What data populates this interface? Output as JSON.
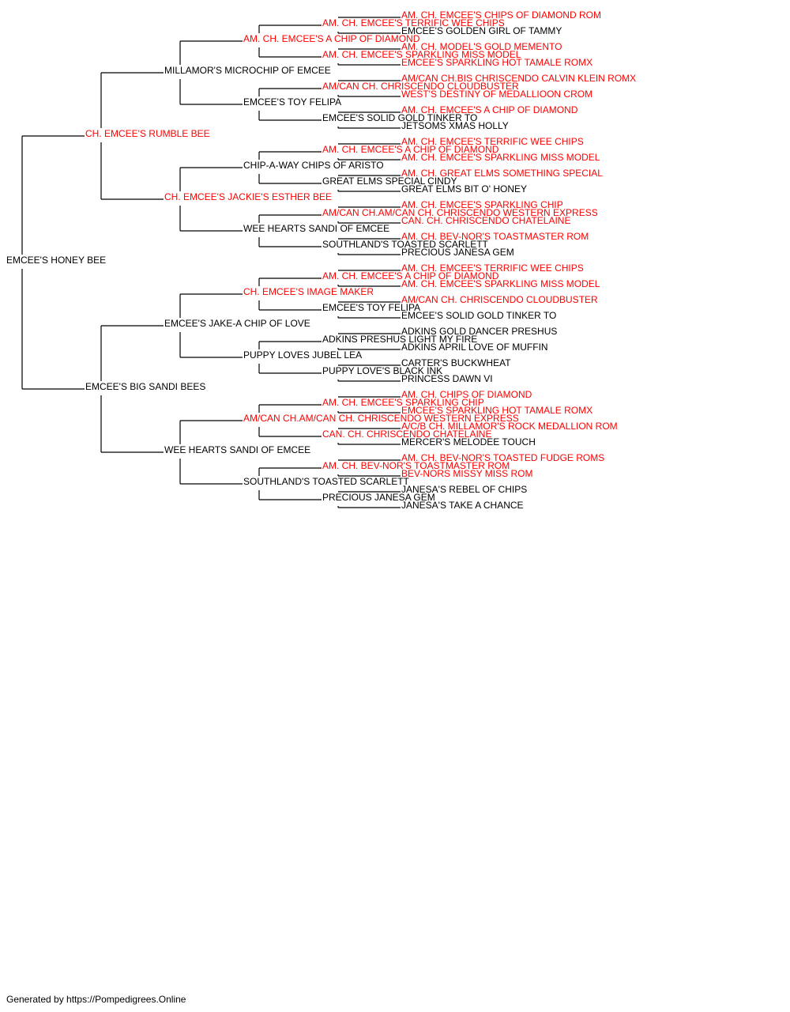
{
  "colors": {
    "champion": "#ff0000",
    "regular": "#000000",
    "line": "#000000"
  },
  "footer": "Generated by https://Pompedigrees.Online",
  "root": {
    "name": "EMCEE'S HONEY BEE",
    "champion": false,
    "sire": {
      "name": "CH. EMCEE'S RUMBLE BEE",
      "champion": true,
      "sire": {
        "name": "MILLAMOR'S MICROCHIP OF EMCEE",
        "champion": false,
        "sire": {
          "name": "AM. CH. EMCEE'S A CHIP OF DIAMOND",
          "champion": true,
          "sire": {
            "name": "AM. CH. EMCEE'S TERRIFIC WEE CHIPS",
            "champion": true,
            "sire": {
              "name": "AM. CH. EMCEE'S CHIPS OF DIAMOND ROM",
              "champion": true
            },
            "dam": {
              "name": "EMCEE'S GOLDEN GIRL OF TAMMY",
              "champion": false
            }
          },
          "dam": {
            "name": "AM. CH. EMCEE'S SPARKLING MISS MODEL",
            "champion": true,
            "sire": {
              "name": "AM. CH. MODEL'S GOLD MEMENTO",
              "champion": true
            },
            "dam": {
              "name": "EMCEE'S SPARKLING HOT TAMALE ROMX",
              "champion": true
            }
          }
        },
        "dam": {
          "name": "EMCEE'S TOY FELIPA",
          "champion": false,
          "sire": {
            "name": "AM/CAN CH. CHRISCENDO CLOUDBUSTER",
            "champion": true,
            "sire": {
              "name": "AM/CAN CH.BIS CHRISCENDO CALVIN KLEIN ROMX",
              "champion": true
            },
            "dam": {
              "name": "WEST'S DESTINY OF MEDALLIOON CROM",
              "champion": true
            }
          },
          "dam": {
            "name": "EMCEE'S SOLID GOLD TINKER TO",
            "champion": false,
            "sire": {
              "name": "AM. CH. EMCEE'S A CHIP OF DIAMOND",
              "champion": true
            },
            "dam": {
              "name": "JETSOMS XMAS HOLLY",
              "champion": false
            }
          }
        }
      },
      "dam": {
        "name": "CH. EMCEE'S JACKIE'S ESTHER BEE",
        "champion": true,
        "sire": {
          "name": "CHIP-A-WAY CHIPS OF ARISTO",
          "champion": false,
          "sire": {
            "name": "AM. CH. EMCEE'S A CHIP OF DIAMOND",
            "champion": true,
            "sire": {
              "name": "AM. CH. EMCEE'S TERRIFIC WEE CHIPS",
              "champion": true
            },
            "dam": {
              "name": "AM. CH. EMCEE'S SPARKLING MISS MODEL",
              "champion": true
            }
          },
          "dam": {
            "name": "GREAT ELMS SPECIAL CINDY",
            "champion": false,
            "sire": {
              "name": "AM. CH. GREAT ELMS SOMETHING SPECIAL",
              "champion": true
            },
            "dam": {
              "name": "GREAT ELMS BIT O' HONEY",
              "champion": false
            }
          }
        },
        "dam": {
          "name": "WEE HEARTS SANDI OF EMCEE",
          "champion": false,
          "sire": {
            "name": "AM/CAN CH.AM/CAN CH. CHRISCENDO WESTERN EXPRESS",
            "champion": true,
            "sire": {
              "name": "AM. CH. EMCEE'S SPARKLING CHIP",
              "champion": true
            },
            "dam": {
              "name": "CAN. CH. CHRISCENDO CHATELAINE",
              "champion": true
            }
          },
          "dam": {
            "name": "SOUTHLAND'S TOASTED SCARLETT",
            "champion": false,
            "sire": {
              "name": "AM. CH. BEV-NOR'S TOASTMASTER ROM",
              "champion": true
            },
            "dam": {
              "name": "PRECIOUS JANESA GEM",
              "champion": false
            }
          }
        }
      }
    },
    "dam": {
      "name": "EMCEE'S BIG SANDI BEES",
      "champion": false,
      "sire": {
        "name": "EMCEE'S JAKE-A CHIP OF LOVE",
        "champion": false,
        "sire": {
          "name": "CH. EMCEE'S IMAGE MAKER",
          "champion": true,
          "sire": {
            "name": "AM. CH. EMCEE'S A CHIP OF DIAMOND",
            "champion": true,
            "sire": {
              "name": "AM. CH. EMCEE'S TERRIFIC WEE CHIPS",
              "champion": true
            },
            "dam": {
              "name": "AM. CH. EMCEE'S SPARKLING MISS MODEL",
              "champion": true
            }
          },
          "dam": {
            "name": "EMCEE'S TOY FELIPA",
            "champion": false,
            "sire": {
              "name": "AM/CAN CH. CHRISCENDO CLOUDBUSTER",
              "champion": true
            },
            "dam": {
              "name": "EMCEE'S SOLID GOLD TINKER TO",
              "champion": false
            }
          }
        },
        "dam": {
          "name": "PUPPY LOVES JUBEL LEA",
          "champion": false,
          "sire": {
            "name": "ADKINS PRESHUS LIGHT MY FIRE",
            "champion": false,
            "sire": {
              "name": "ADKINS GOLD DANCER PRESHUS",
              "champion": false
            },
            "dam": {
              "name": "ADKINS APRIL LOVE OF MUFFIN",
              "champion": false
            }
          },
          "dam": {
            "name": "PUPPY LOVE'S BLACK INK",
            "champion": false,
            "sire": {
              "name": "CARTER'S BUCKWHEAT",
              "champion": false
            },
            "dam": {
              "name": "PRINCESS DAWN VI",
              "champion": false
            }
          }
        }
      },
      "dam": {
        "name": "WEE HEARTS SANDI OF EMCEE",
        "champion": false,
        "sire": {
          "name": "AM/CAN CH.AM/CAN CH. CHRISCENDO WESTERN EXPRESS",
          "champion": true,
          "sire": {
            "name": "AM. CH. EMCEE'S SPARKLING CHIP",
            "champion": true,
            "sire": {
              "name": "AM. CH. CHIPS OF DIAMOND",
              "champion": true
            },
            "dam": {
              "name": "EMCEE'S SPARKLING HOT TAMALE ROMX",
              "champion": true
            }
          },
          "dam": {
            "name": "CAN. CH. CHRISCENDO CHATELAINE",
            "champion": true,
            "sire": {
              "name": "A/C/B CH. MILLAMOR'S ROCK MEDALLION ROM",
              "champion": true
            },
            "dam": {
              "name": "MERCER'S MELODEE TOUCH",
              "champion": false
            }
          }
        },
        "dam": {
          "name": "SOUTHLAND'S TOASTED SCARLETT",
          "champion": false,
          "sire": {
            "name": "AM. CH. BEV-NOR'S TOASTMASTER ROM",
            "champion": true,
            "sire": {
              "name": "AM. CH. BEV-NOR'S TOASTED FUDGE ROMS",
              "champion": true
            },
            "dam": {
              "name": "BEV-NORS MISSY MISS ROM",
              "champion": true
            }
          },
          "dam": {
            "name": "PRECIOUS JANESA GEM",
            "champion": false,
            "sire": {
              "name": "JANESA'S REBEL OF CHIPS",
              "champion": false
            },
            "dam": {
              "name": "JANESA'S TAKE A CHANCE",
              "champion": false
            }
          }
        }
      }
    }
  }
}
